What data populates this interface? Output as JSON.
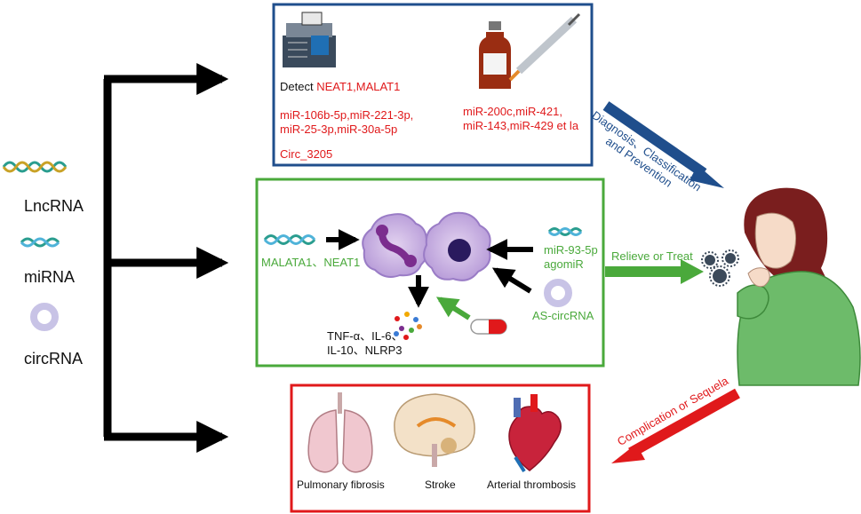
{
  "legend": {
    "lncrna": "LncRNA",
    "mirna": "miRNA",
    "circrna": "circRNA"
  },
  "top_box": {
    "detect_prefix": "Detect ",
    "detect_targets": "NEAT1,MALAT1",
    "mirna_line1": "miR-106b-5p,miR-221-3p,",
    "mirna_line2": "miR-25-3p,miR-30a-5p",
    "circ": "Circ_3205",
    "treat_line1": "miR-200c,miR-421,",
    "treat_line2": "miR-143,miR-429 et la"
  },
  "middle_box": {
    "lnc_label": "MALATA1、NEAT1",
    "mir_line1": "miR-93-5p",
    "mir_line2": "agomiR",
    "circ_label": "AS-circRNA",
    "cytokine_line1": "TNF-α、IL-6、",
    "cytokine_line2": "IL-10、NLRP3"
  },
  "bottom_box": {
    "organ1": "Pulmonary fibrosis",
    "organ2": "Stroke",
    "organ3": "Arterial thrombosis"
  },
  "arrows": {
    "diagnosis_line1": "Diagnosis、Classification",
    "diagnosis_line2": "and Prevention",
    "relieve": "Relieve or Treat",
    "complication": "Complication or Sequela"
  },
  "colors": {
    "blue_box": "#1f4e8c",
    "green_box": "#4aa93b",
    "red_box": "#e0191b",
    "red_text": "#e0191b",
    "green_text": "#4aa93b",
    "blue_text": "#1f4e8c"
  }
}
